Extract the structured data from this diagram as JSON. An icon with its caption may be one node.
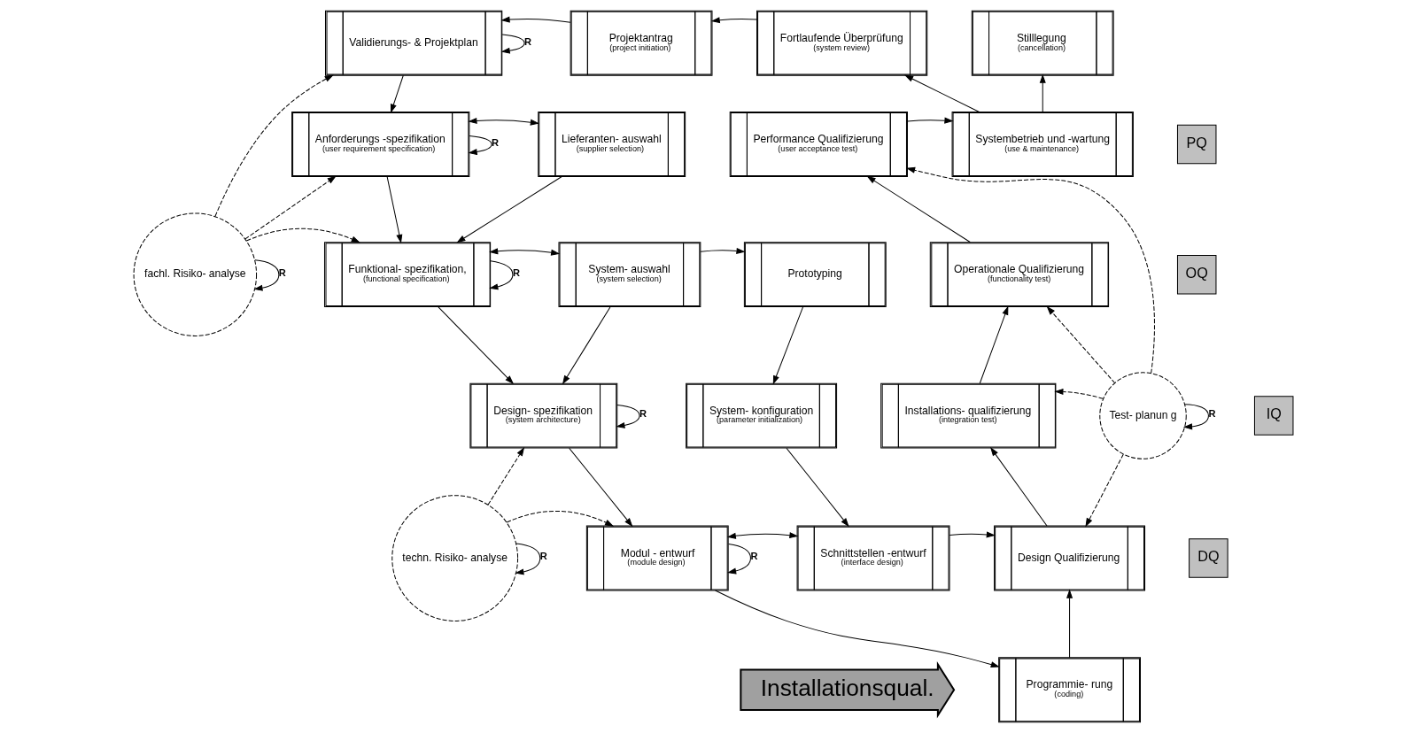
{
  "diagram": {
    "nodes": [
      {
        "text": [
          "Validierungs- & Projektplan"
        ]
      },
      {
        "text": [
          "Projektantrag",
          "(project initiation)"
        ]
      },
      {
        "text": [
          "Fortlaufende Überprüfung",
          "(system review)"
        ]
      },
      {
        "text": [
          "Stilllegung",
          "(cancellation)"
        ]
      },
      {
        "text": [
          "Anforderungs -spezifikation",
          "(user requirement specification)"
        ]
      },
      {
        "text": [
          "Lieferanten- auswahl",
          "(supplier selection)"
        ]
      },
      {
        "text": [
          "Performance Qualifizierung",
          "(user acceptance test)"
        ]
      },
      {
        "text": [
          "Systembetrieb und -wartung",
          "(use & maintenance)"
        ]
      },
      {
        "text": [
          "PQ"
        ]
      },
      {
        "text": [
          "fachl. Risiko- analyse"
        ]
      },
      {
        "text": [
          "Funktional- spezifikation,",
          "(functional specification)"
        ]
      },
      {
        "text": [
          "System- auswahl",
          "(system selection)"
        ]
      },
      {
        "text": [
          "Prototyping"
        ]
      },
      {
        "text": [
          "Operationale Qualifizierung",
          "(functionality test)"
        ]
      },
      {
        "text": [
          "OQ"
        ]
      },
      {
        "text": [
          "Design- spezifikation",
          "(system architecture)"
        ]
      },
      {
        "text": [
          "System- konfiguration",
          "(parameter initialization)"
        ]
      },
      {
        "text": [
          "Installations- qualifizierung",
          "(integration test)"
        ]
      },
      {
        "text": [
          "Test- planun g"
        ]
      },
      {
        "text": [
          "IQ"
        ]
      },
      {
        "text": [
          "techn. Risiko- analyse"
        ]
      },
      {
        "text": [
          "Modul - entwurf",
          "(module design)"
        ]
      },
      {
        "text": [
          "Schnittstellen -entwurf",
          "(interface design)"
        ]
      },
      {
        "text": [
          "Design Qualifizierung"
        ]
      },
      {
        "text": [
          "DQ"
        ]
      },
      {
        "text": [
          "Installationsqual."
        ]
      },
      {
        "text": [
          "Programmie- rung",
          "(coding)"
        ]
      }
    ],
    "edges": [
      {
        "from": 1,
        "to": 0,
        "arrow": "to"
      },
      {
        "from": 2,
        "to": 1,
        "arrow": "to"
      },
      {
        "from": 0,
        "to": 0,
        "arrow": "to",
        "label": "R"
      },
      {
        "from": 0,
        "to": 4,
        "arrow": "to"
      },
      {
        "from": 4,
        "to": 5,
        "arrow": "both"
      },
      {
        "from": 4,
        "to": 4,
        "arrow": "to",
        "label": "R"
      },
      {
        "from": 6,
        "to": 7,
        "arrow": "to"
      },
      {
        "from": 7,
        "to": 2,
        "arrow": "to"
      },
      {
        "from": 7,
        "to": 3,
        "arrow": "to"
      },
      {
        "from": 9,
        "to": 0,
        "arrow": "to",
        "style": "dashed"
      },
      {
        "from": 9,
        "to": 4,
        "arrow": "to",
        "style": "dashed"
      },
      {
        "from": 9,
        "to": 10,
        "arrow": "to",
        "style": "dashed"
      },
      {
        "from": 9,
        "to": 9,
        "arrow": "to",
        "label": "R"
      },
      {
        "from": 4,
        "to": 10,
        "arrow": "to"
      },
      {
        "from": 5,
        "to": 10,
        "arrow": "to"
      },
      {
        "from": 10,
        "to": 11,
        "arrow": "both"
      },
      {
        "from": 11,
        "to": 12,
        "arrow": "to"
      },
      {
        "from": 10,
        "to": 10,
        "arrow": "to",
        "label": "R"
      },
      {
        "from": 13,
        "to": 6,
        "arrow": "to"
      },
      {
        "from": 10,
        "to": 15,
        "arrow": "to"
      },
      {
        "from": 11,
        "to": 15,
        "arrow": "to"
      },
      {
        "from": 15,
        "to": 15,
        "arrow": "to",
        "label": "R"
      },
      {
        "from": 12,
        "to": 16,
        "arrow": "to"
      },
      {
        "from": 17,
        "to": 13,
        "arrow": "to"
      },
      {
        "from": 18,
        "to": 13,
        "arrow": "to",
        "style": "dashed"
      },
      {
        "from": 18,
        "to": 6,
        "arrow": "to",
        "style": "dashed"
      },
      {
        "from": 18,
        "to": 17,
        "arrow": "to",
        "style": "dashed"
      },
      {
        "from": 18,
        "to": 23,
        "arrow": "to",
        "style": "dashed"
      },
      {
        "from": 18,
        "to": 18,
        "arrow": "to",
        "label": "R"
      },
      {
        "from": 20,
        "to": 15,
        "arrow": "to",
        "style": "dashed"
      },
      {
        "from": 20,
        "to": 21,
        "arrow": "to",
        "style": "dashed"
      },
      {
        "from": 20,
        "to": 20,
        "arrow": "to",
        "label": "R"
      },
      {
        "from": 15,
        "to": 21,
        "arrow": "to"
      },
      {
        "from": 16,
        "to": 22,
        "arrow": "to"
      },
      {
        "from": 21,
        "to": 22,
        "arrow": "both"
      },
      {
        "from": 22,
        "to": 23,
        "arrow": "to"
      },
      {
        "from": 23,
        "to": 17,
        "arrow": "to"
      },
      {
        "from": 21,
        "to": 21,
        "arrow": "to",
        "label": "R"
      },
      {
        "from": 21,
        "to": 26,
        "arrow": "to"
      },
      {
        "from": 26,
        "to": 23,
        "arrow": "to"
      }
    ]
  }
}
